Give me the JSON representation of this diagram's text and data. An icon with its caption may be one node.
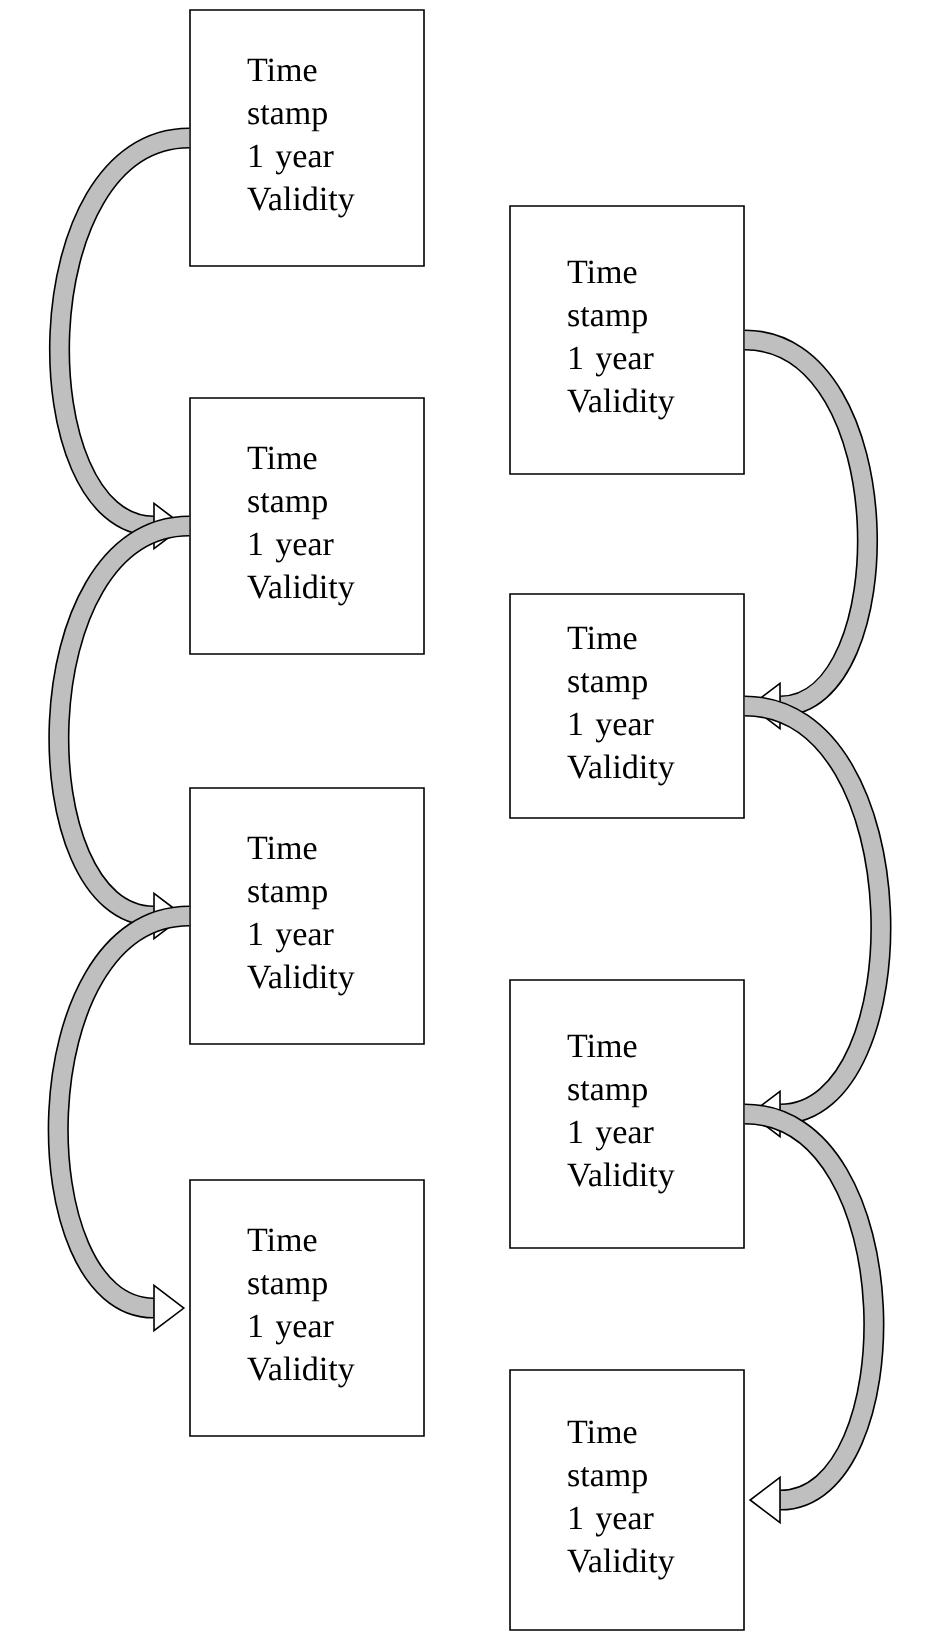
{
  "diagram": {
    "nodes": [
      {
        "text": [
          "Time stamp 1 year Validity"
        ]
      },
      {
        "text": [
          "Time stamp 1 year Validity"
        ]
      },
      {
        "text": [
          "Time stamp 1 year Validity"
        ]
      },
      {
        "text": [
          "Time stamp 1 year Validity"
        ]
      },
      {
        "text": [
          "Time stamp 1 year Validity"
        ]
      },
      {
        "text": [
          "Time stamp 1 year Validity"
        ]
      },
      {
        "text": [
          "Time stamp 1 year Validity"
        ]
      },
      {
        "text": [
          "Time stamp 1 year Validity"
        ]
      }
    ],
    "edges": [
      {
        "from": 0,
        "to": 2,
        "arrow": "to"
      },
      {
        "from": 2,
        "to": 4,
        "arrow": "to"
      },
      {
        "from": 4,
        "to": 6,
        "arrow": "to"
      },
      {
        "from": 1,
        "to": 3,
        "arrow": "to"
      },
      {
        "from": 3,
        "to": 5,
        "arrow": "to"
      },
      {
        "from": 5,
        "to": 7,
        "arrow": "to"
      }
    ]
  }
}
